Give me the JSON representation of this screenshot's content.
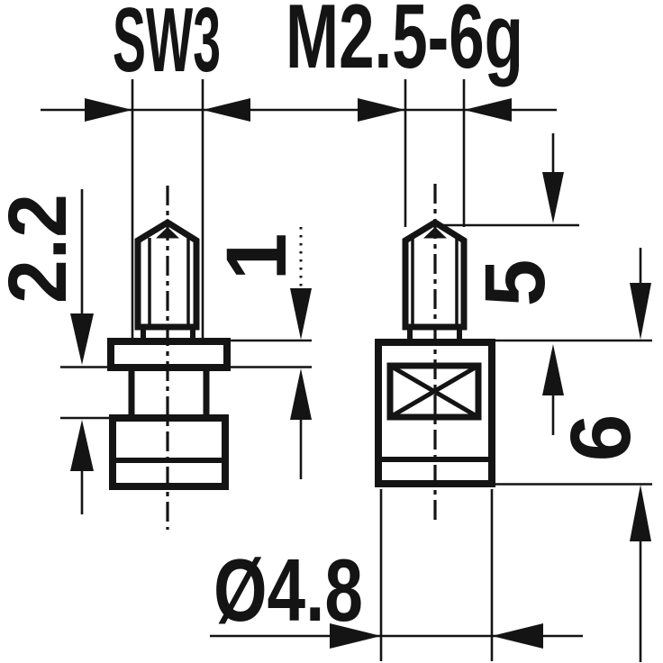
{
  "drawing": {
    "type": "technical-dimension-drawing",
    "labels": {
      "sw3": "SW3",
      "thread": "M2.5-6g",
      "step": "2.2",
      "flange": "1",
      "stud": "5",
      "body": "6",
      "diameter": "Ø4.8"
    },
    "colors": {
      "ink": "#141414",
      "paper": "#ffffff"
    }
  }
}
